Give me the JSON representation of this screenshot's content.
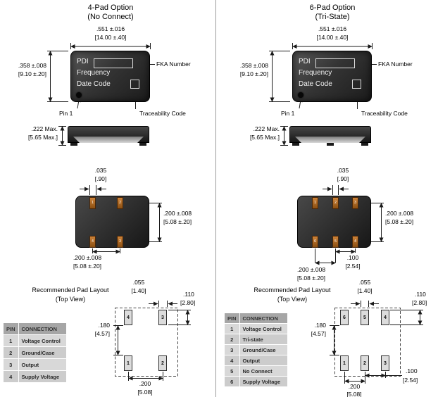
{
  "colors": {
    "package_body": "#2b2b2b",
    "copper_pad": "#b5702c",
    "layout_pad": "#dcdcdc",
    "table_header_bg": "#a6a6a6",
    "table_row_bg": "#d8d8d8"
  },
  "left": {
    "title1": "4-Pad Option",
    "title2": "(No Connect)",
    "top_view": {
      "width_in": ".551 ±.016",
      "width_mm": "[14.00 ±.40]",
      "height_in": ".358 ±.008",
      "height_mm": "[9.10 ±.20]",
      "brand": "PDI",
      "line2": "Frequency",
      "line3": "Date Code",
      "fka_label": "FKA Number",
      "pin1_label": "Pin 1",
      "trace_label": "Traceability Code"
    },
    "side_view": {
      "height_in": ".222 Max.",
      "height_mm": "[5.65 Max.]"
    },
    "bottom_view": {
      "pad_w_in": ".035",
      "pad_w_mm": "[.90]",
      "vpitch_in": ".200 ±.008",
      "vpitch_mm": "[5.08 ±.20]",
      "hpitch_in": ".200 ±.008",
      "hpitch_mm": "[5.08 ±.20]",
      "pads_top": [
        "1",
        "2"
      ],
      "pads_bottom": [
        "4",
        "3"
      ]
    },
    "pad_layout": {
      "title1": "Recommended Pad Layout",
      "title2": "(Top View)",
      "pad_w_in": ".055",
      "pad_w_mm": "[1.40]",
      "pad_h_in": ".110",
      "pad_h_mm": "[2.80]",
      "vgap_in": ".180",
      "vgap_mm": "[4.57]",
      "hpitch_in": ".200",
      "hpitch_mm": "[5.08]",
      "pads_top": [
        "4",
        "3"
      ],
      "pads_bottom": [
        "1",
        "2"
      ]
    },
    "pin_table": {
      "headers": [
        "PIN",
        "CONNECTION"
      ],
      "rows": [
        [
          "1",
          "Voltage Control"
        ],
        [
          "2",
          "Ground/Case"
        ],
        [
          "3",
          "Output"
        ],
        [
          "4",
          "Supply Voltage"
        ]
      ]
    }
  },
  "right": {
    "title1": "6-Pad Option",
    "title2": "(Tri-State)",
    "top_view": {
      "width_in": ".551 ±.016",
      "width_mm": "[14.00 ±.40]",
      "height_in": ".358 ±.008",
      "height_mm": "[9.10 ±.20]",
      "brand": "PDI",
      "line2": "Frequency",
      "line3": "Date Code",
      "fka_label": "FKA Number",
      "pin1_label": "Pin 1",
      "trace_label": "Traceability Code"
    },
    "side_view": {
      "height_in": ".222 Max.",
      "height_mm": "[5.65 Max.]"
    },
    "bottom_view": {
      "pad_w_in": ".035",
      "pad_w_mm": "[.90]",
      "vpitch_in": ".200 ±.008",
      "vpitch_mm": "[5.08 ±.20]",
      "hpitch_in": ".200 ±.008",
      "hpitch_mm": "[5.08 ±.20]",
      "adj_in": ".100",
      "adj_mm": "[2.54]",
      "pads_top": [
        "1",
        "2",
        "3"
      ],
      "pads_bottom": [
        "6",
        "5",
        "4"
      ]
    },
    "pad_layout": {
      "title1": "Recommended Pad Layout",
      "title2": "(Top View)",
      "pad_w_in": ".055",
      "pad_w_mm": "[1.40]",
      "pad_h_in": ".110",
      "pad_h_mm": "[2.80]",
      "vgap_in": ".180",
      "vgap_mm": "[4.57]",
      "hpitch_in": ".200",
      "hpitch_mm": "[5.08]",
      "adj_in": ".100",
      "adj_mm": "[2.54]",
      "pads_top": [
        "6",
        "5",
        "4"
      ],
      "pads_bottom": [
        "1",
        "2",
        "3"
      ]
    },
    "pin_table": {
      "headers": [
        "PIN",
        "CONNECTION"
      ],
      "rows": [
        [
          "1",
          "Voltage Control"
        ],
        [
          "2",
          "Tri-state"
        ],
        [
          "3",
          "Ground/Case"
        ],
        [
          "4",
          "Output"
        ],
        [
          "5",
          "No Connect"
        ],
        [
          "6",
          "Supply Voltage"
        ]
      ]
    }
  }
}
